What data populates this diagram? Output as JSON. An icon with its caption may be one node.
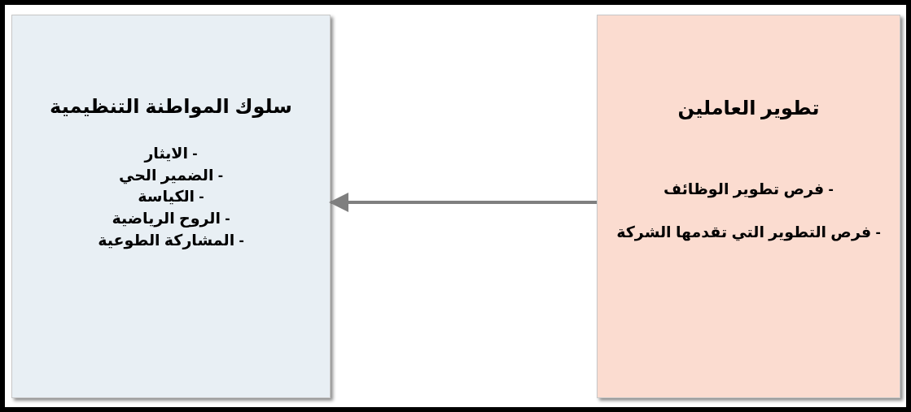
{
  "diagram": {
    "nodes": [
      {
        "text": [
          "تطوير العاملين",
          "- فرص تطوير الوظائف",
          "- فرص التطوير التي تقدمها الشركة"
        ]
      },
      {
        "text": [
          "سلوك المواطنة التنظيمية",
          "- الايثار",
          "- الضمير الحي",
          "- الكياسة",
          "- الروح الرياضية",
          "- المشاركة الطوعية"
        ]
      }
    ],
    "edges": [
      {
        "from": 0,
        "to": 1,
        "arrow": "to"
      }
    ]
  }
}
